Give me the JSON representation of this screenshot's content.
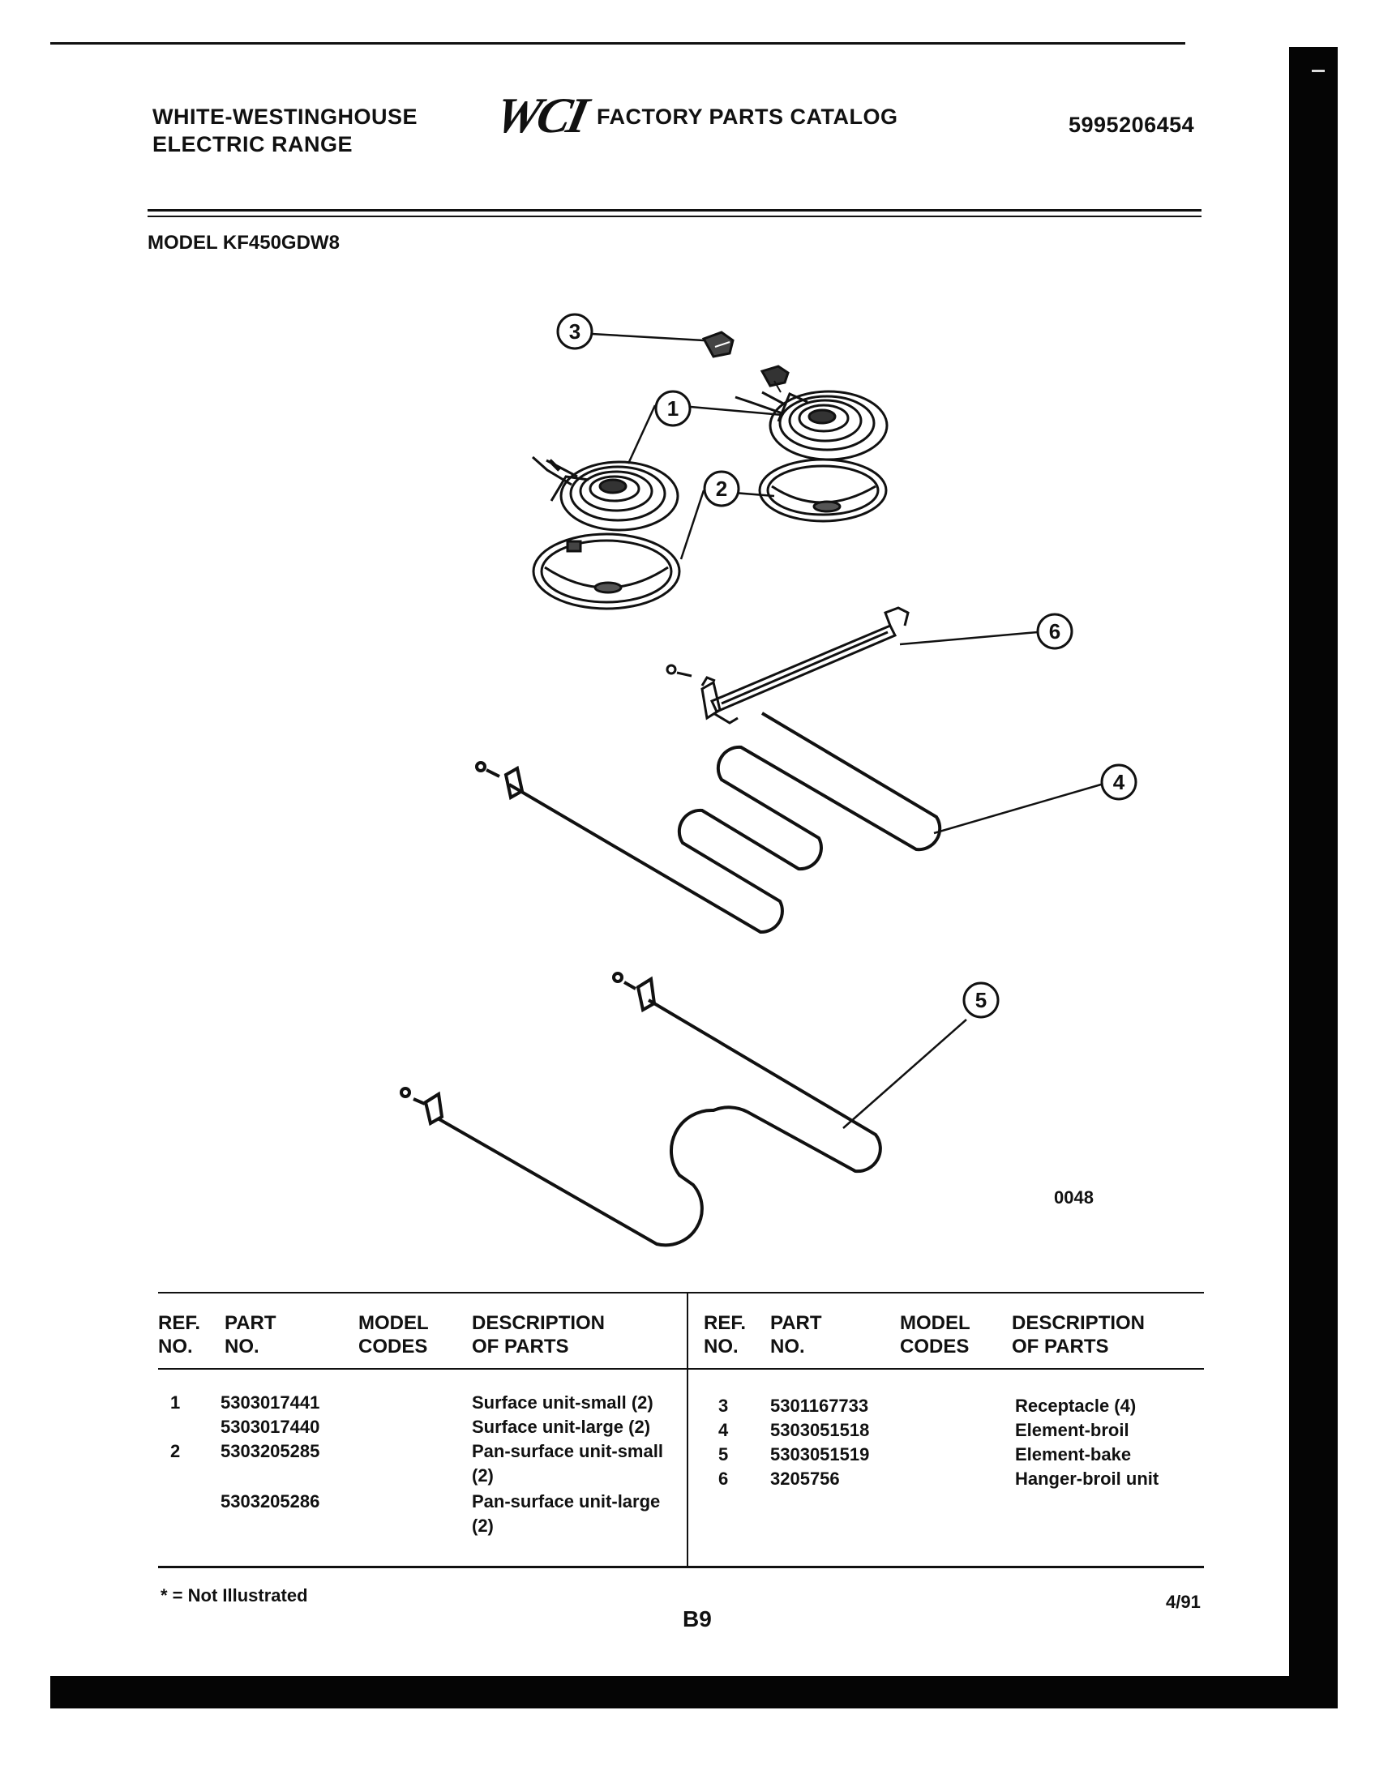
{
  "header": {
    "brand_line1": "WHITE-WESTINGHOUSE",
    "brand_line2": "ELECTRIC RANGE",
    "logo_text": "WCI",
    "catalog_title": "FACTORY PARTS CATALOG",
    "catalog_number": "5995206454",
    "model_label": "MODEL KF450GDW8"
  },
  "diagram": {
    "callouts": [
      "1",
      "2",
      "3",
      "4",
      "5",
      "6"
    ],
    "figure_code": "0048"
  },
  "table": {
    "headers": {
      "ref_line1": "REF.",
      "ref_line2": "NO.",
      "part_line1": "PART",
      "part_line2": "NO.",
      "model_line1": "MODEL",
      "model_line2": "CODES",
      "desc_line1": "DESCRIPTION",
      "desc_line2": "OF PARTS"
    },
    "left_rows": [
      {
        "ref": "1",
        "part": "5303017441",
        "desc": "Surface unit-small (2)"
      },
      {
        "ref": "",
        "part": "5303017440",
        "desc": "Surface unit-large (2)"
      },
      {
        "ref": "2",
        "part": "5303205285",
        "desc": "Pan-surface unit-small (2)"
      },
      {
        "ref": "",
        "part": "5303205286",
        "desc": "Pan-surface unit-large (2)"
      }
    ],
    "right_rows": [
      {
        "ref": "3",
        "part": "5301167733",
        "desc": "Receptacle (4)"
      },
      {
        "ref": "4",
        "part": "5303051518",
        "desc": "Element-broil"
      },
      {
        "ref": "5",
        "part": "5303051519",
        "desc": "Element-bake"
      },
      {
        "ref": "6",
        "part": "3205756",
        "desc": "Hanger-broil unit"
      }
    ]
  },
  "footer": {
    "note": "* = Not Illustrated",
    "page": "B9",
    "date": "4/91"
  }
}
